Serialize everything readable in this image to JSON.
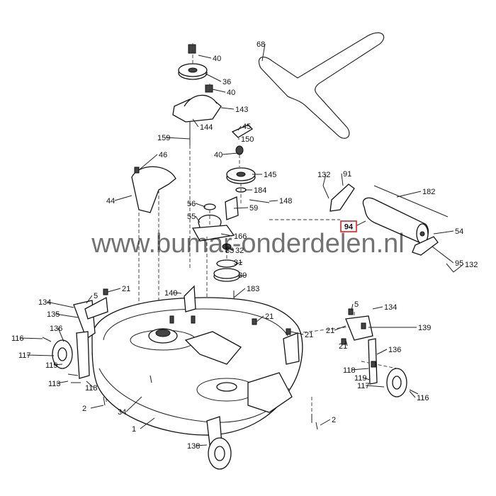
{
  "watermark": "www.bumar-onderdelen.nl",
  "highlight": {
    "label": "94",
    "color": "#e02020"
  },
  "labels": [
    "40",
    "36",
    "40",
    "143",
    "144",
    "159",
    "68",
    "45",
    "150",
    "40",
    "46",
    "44",
    "145",
    "184",
    "56",
    "59",
    "148",
    "55",
    "166",
    "132",
    "91",
    "182",
    "54",
    "33",
    "32",
    "31",
    "30",
    "183",
    "95",
    "132",
    "5",
    "21",
    "134",
    "135",
    "140",
    "21",
    "21",
    "5",
    "134",
    "139",
    "21",
    "21",
    "116",
    "136",
    "117",
    "119",
    "113",
    "118",
    "2",
    "34",
    "1",
    "118",
    "136",
    "119",
    "117",
    "116",
    "2",
    "138"
  ]
}
